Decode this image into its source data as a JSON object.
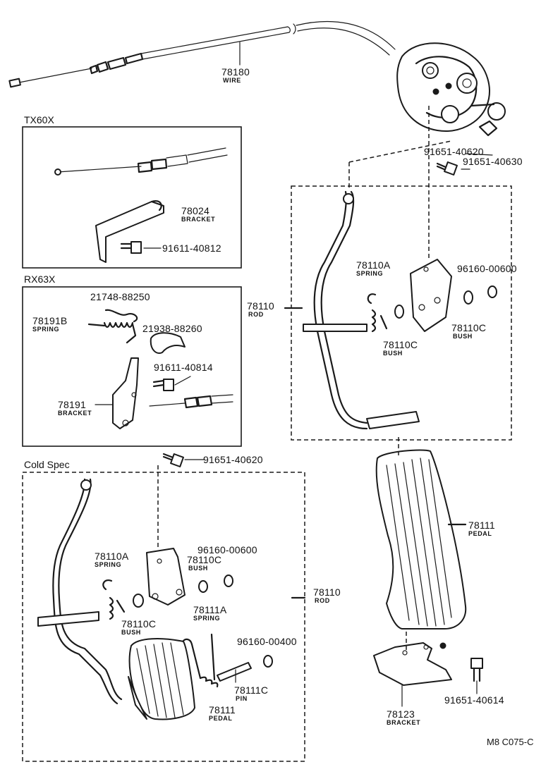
{
  "sections": {
    "tx60x": "TX60X",
    "rx63x": "RX63X",
    "cold_spec": "Cold Spec"
  },
  "parts": {
    "wire_78180": {
      "number": "78180",
      "name": "WIRE"
    },
    "p_91651_40620_top": {
      "number": "91651-40620"
    },
    "p_91651_40630": {
      "number": "91651-40630"
    },
    "bracket_78024": {
      "number": "78024",
      "name": "BRACKET"
    },
    "p_91611_40812": {
      "number": "91611-40812"
    },
    "p_21748_88250": {
      "number": "21748-88250"
    },
    "spring_78191b": {
      "number": "78191B",
      "name": "SPRING"
    },
    "p_21938_88260": {
      "number": "21938-88260"
    },
    "p_91611_40814": {
      "number": "91611-40814"
    },
    "bracket_78191": {
      "number": "78191",
      "name": "BRACKET"
    },
    "rod_78110_main": {
      "number": "78110",
      "name": "ROD"
    },
    "spring_78110a_main": {
      "number": "78110A",
      "name": "SPRING"
    },
    "p_96160_00600_main": {
      "number": "96160-00600"
    },
    "bush_78110c_main_right": {
      "number": "78110C",
      "name": "BUSH"
    },
    "bush_78110c_main_left": {
      "number": "78110C",
      "name": "BUSH"
    },
    "pedal_78111_main": {
      "number": "78111",
      "name": "PEDAL"
    },
    "bracket_78123": {
      "number": "78123",
      "name": "BRACKET"
    },
    "p_91651_40614": {
      "number": "91651-40614"
    },
    "p_91651_40620_cold": {
      "number": "91651-40620"
    },
    "spring_78110a_cold": {
      "number": "78110A",
      "name": "SPRING"
    },
    "p_96160_00600_cold": {
      "number": "96160-00600"
    },
    "bush_78110c_cold_right": {
      "number": "78110C",
      "name": "BUSH"
    },
    "rod_78110_cold": {
      "number": "78110",
      "name": "ROD"
    },
    "bush_78110c_cold_left": {
      "number": "78110C",
      "name": "BUSH"
    },
    "spring_78111a": {
      "number": "78111A",
      "name": "SPRING"
    },
    "p_96160_00400": {
      "number": "96160-00400"
    },
    "pin_78111c": {
      "number": "78111C",
      "name": "PIN"
    },
    "pedal_78111_cold": {
      "number": "78111",
      "name": "PEDAL"
    }
  },
  "footer": {
    "code": "M8 C075-C"
  }
}
